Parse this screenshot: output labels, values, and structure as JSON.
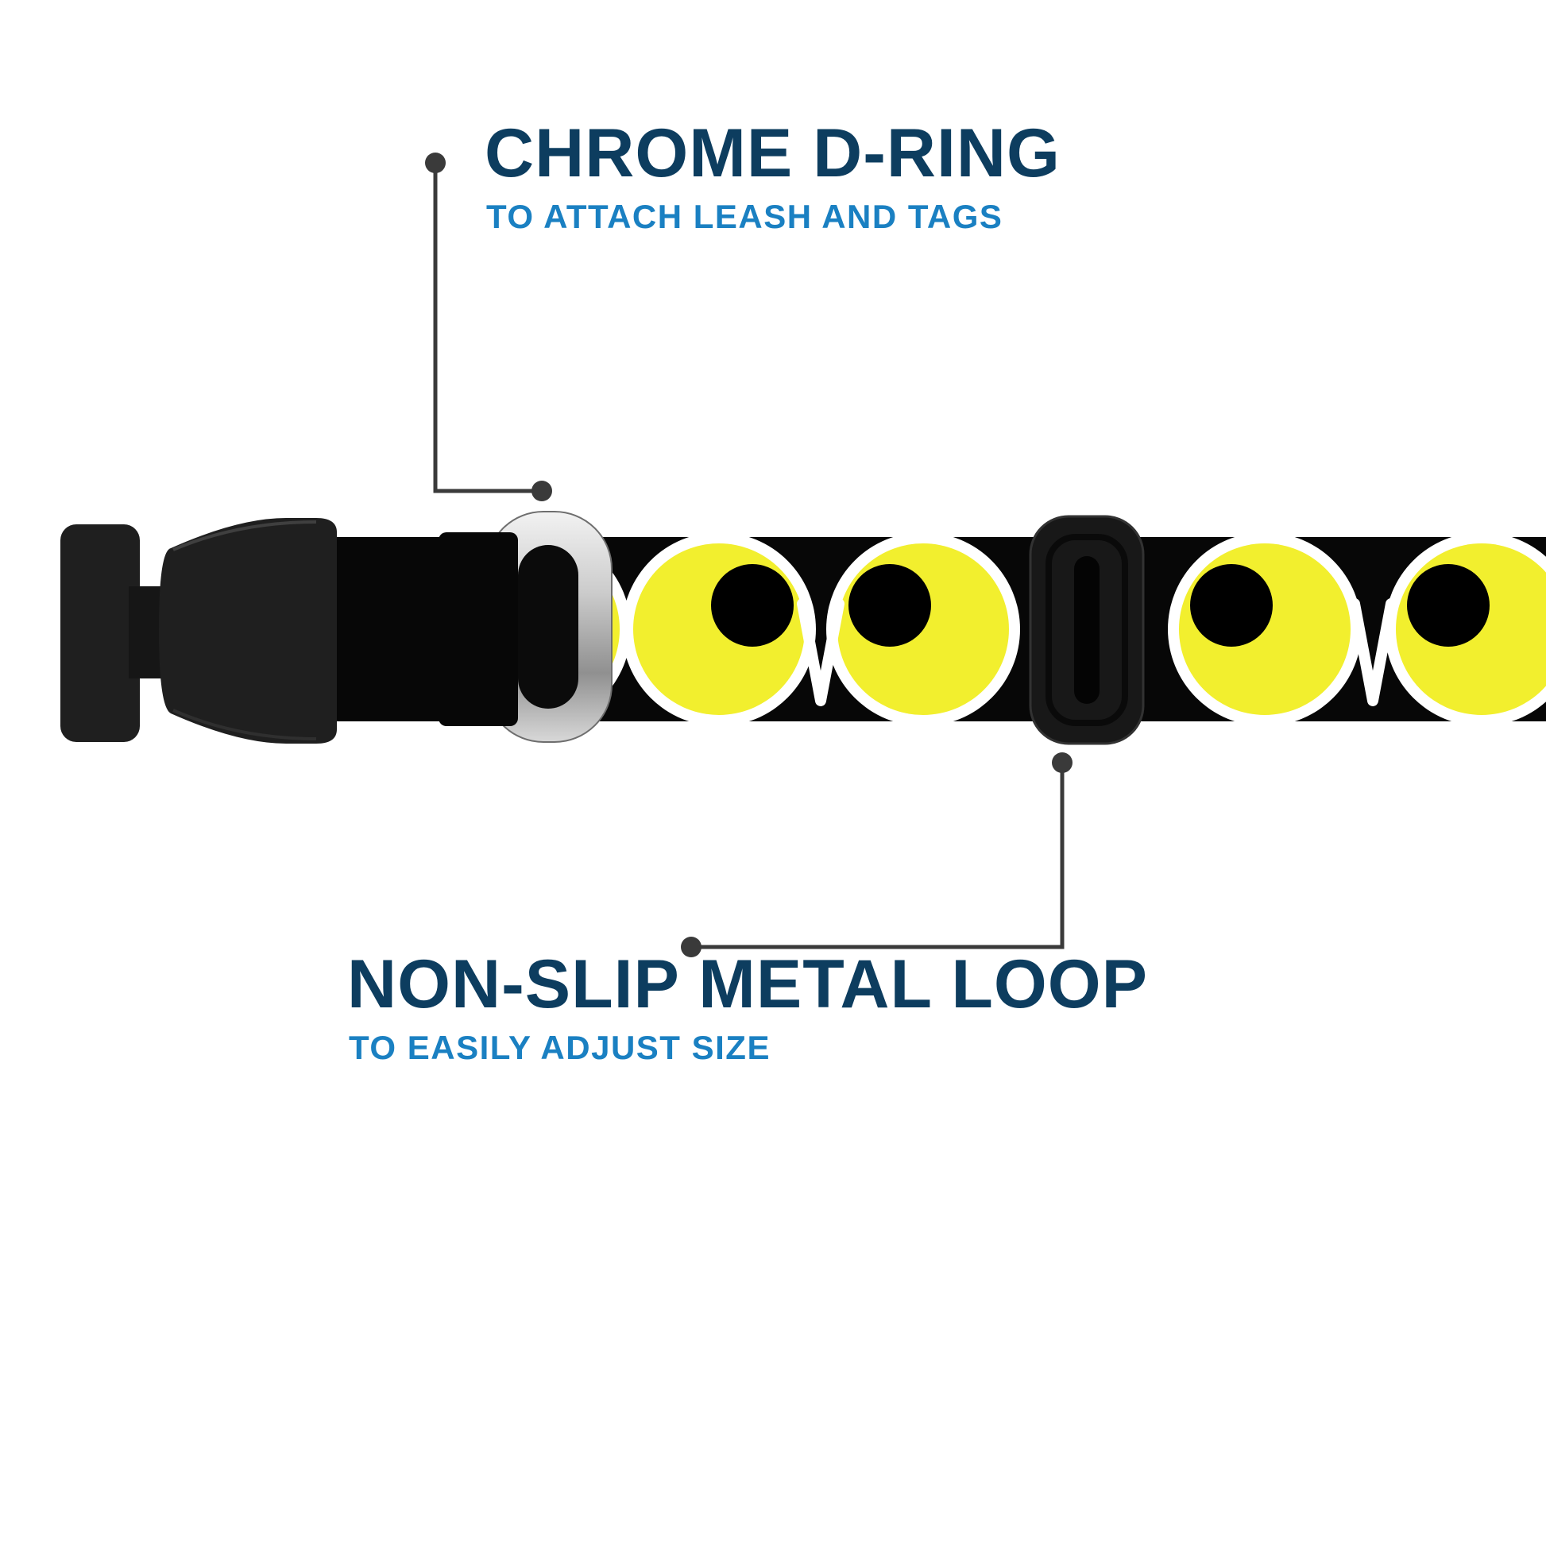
{
  "callouts": {
    "dring": {
      "title": "CHROME D-RING",
      "subtitle": "TO ATTACH LEASH AND TAGS"
    },
    "loop": {
      "title": "NON-SLIP METAL LOOP",
      "subtitle": "TO EASILY ADJUST SIZE"
    }
  },
  "colors": {
    "background": "#ffffff",
    "title_color": "#0d3d5f",
    "subtitle_color": "#1a80c2",
    "line_color": "#3a3a3a",
    "strap_black": "#070707",
    "plastic_black": "#1f1f1f",
    "eye_yellow": "#f2ef2e",
    "eye_white": "#ffffff"
  },
  "product": {
    "parts": [
      "side-release-buckle",
      "chrome-d-ring",
      "owl-eyes-patterned-strap",
      "non-slip-metal-loop-slider"
    ]
  }
}
